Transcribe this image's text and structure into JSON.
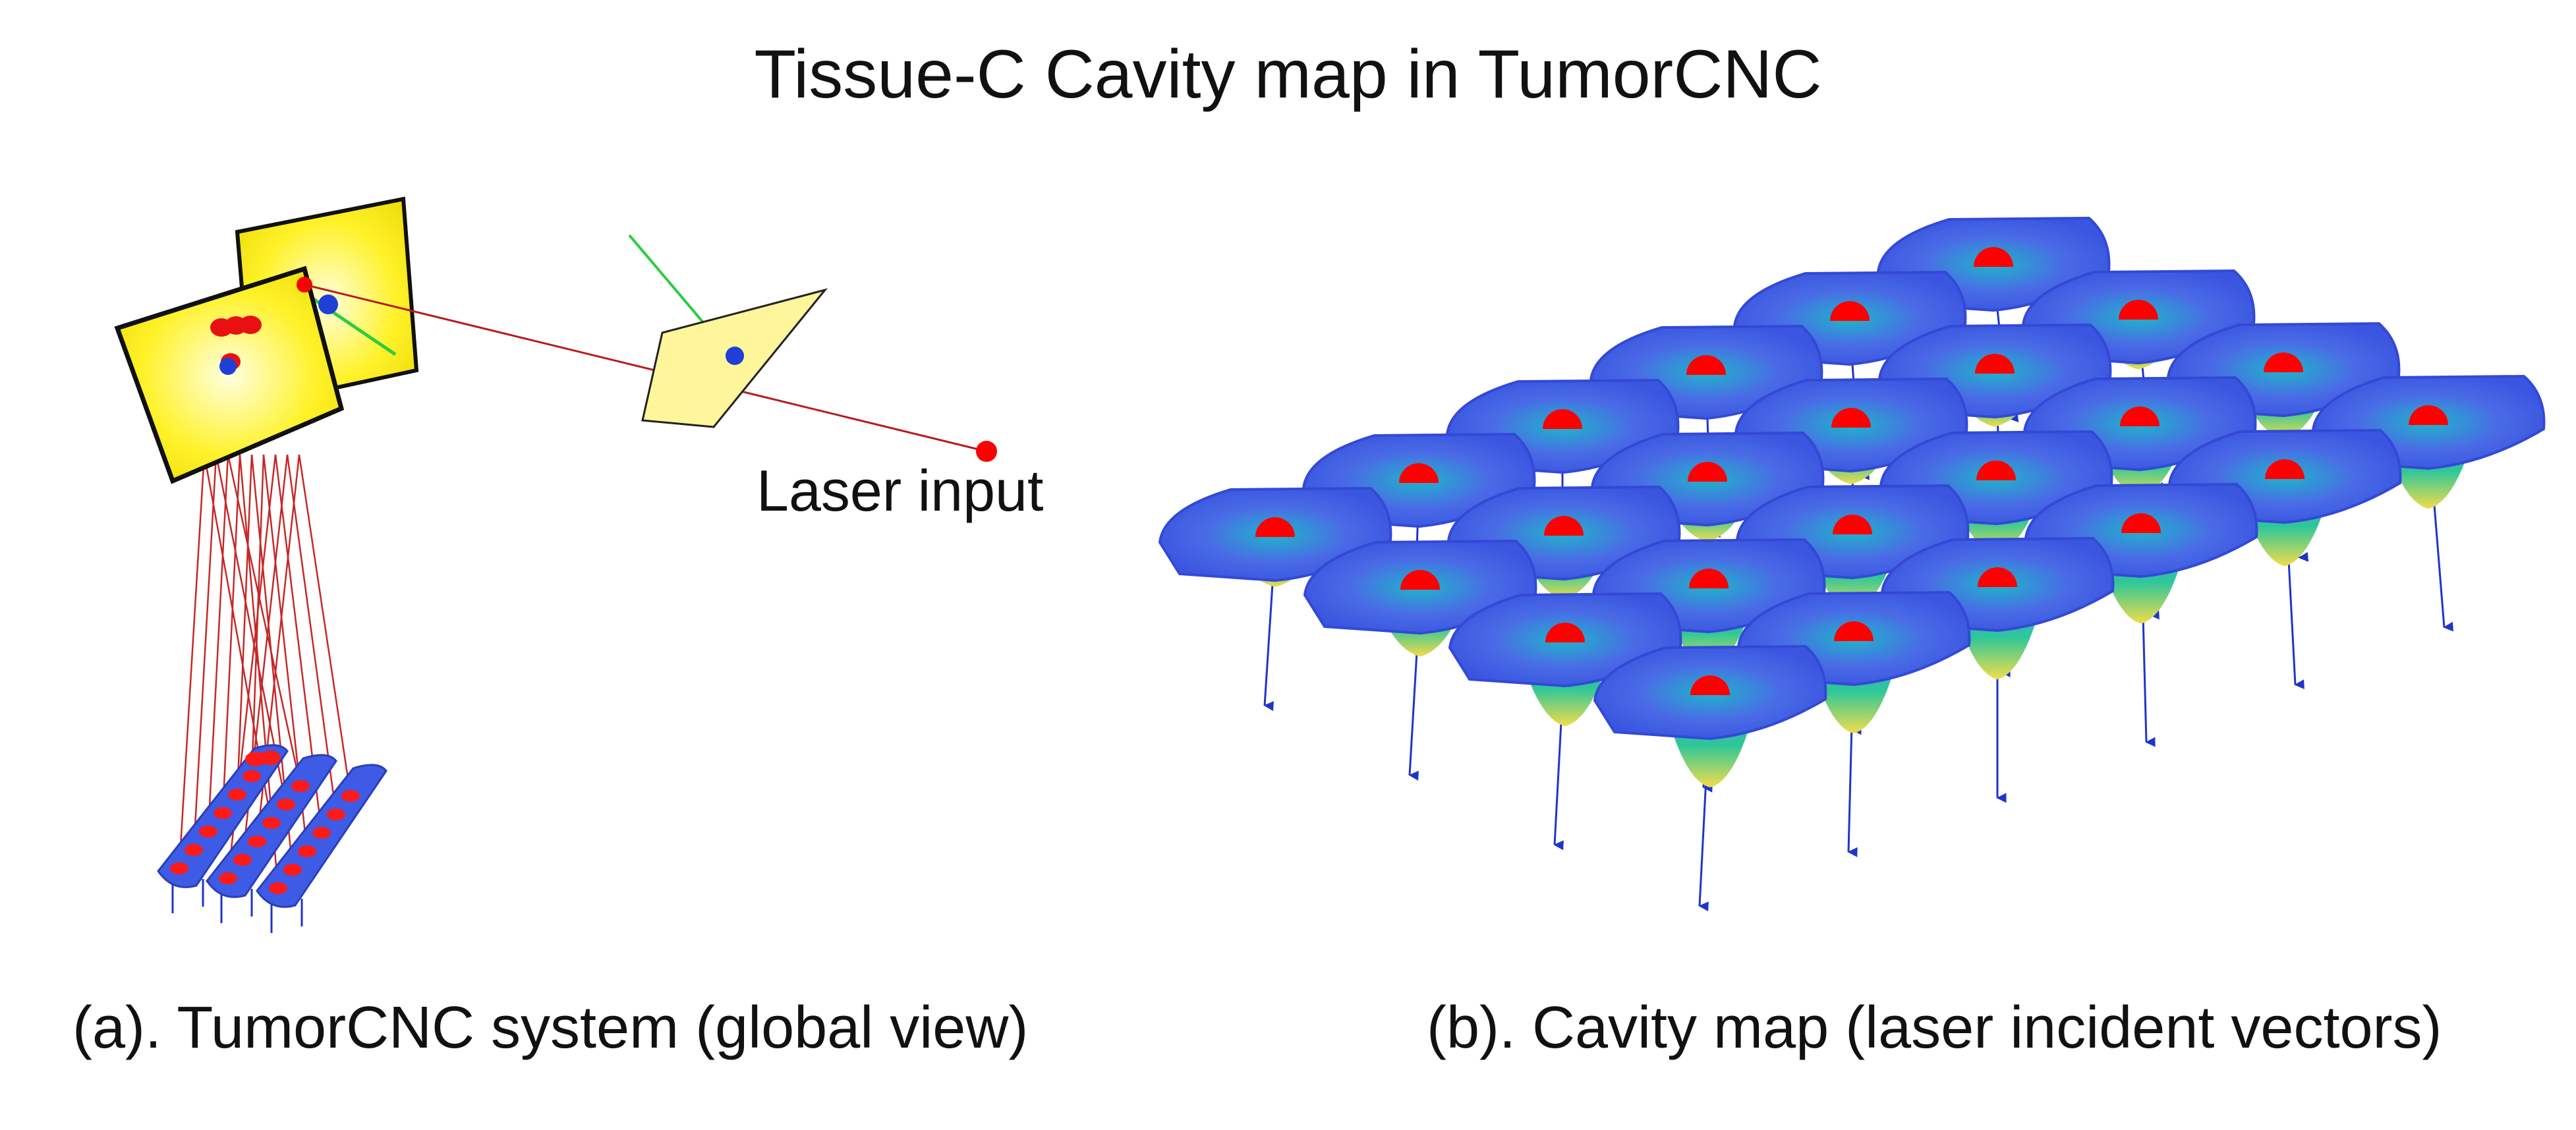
{
  "title": "Tissue-C Cavity map in TumorCNC",
  "panel_a": {
    "laser_label": "Laser input",
    "caption": "(a). TumorCNC system (global view)",
    "beam_color": "#c62828",
    "mirror_color": "#fff22a",
    "splitter_color": "#fff59a",
    "marker_color": "#ff0000",
    "axis_marker_color": "#1f3fd6",
    "guide_line_color": "#2ecc40"
  },
  "panel_b": {
    "caption": "(b). Cavity map (laser incident vectors)",
    "surface_color": "#3a5de8",
    "cavity_center_color": "#ff0000",
    "deep_cavity_color": "#f0d84a",
    "vector_color": "#1f35c9",
    "grid_rows": 4,
    "grid_cols": 6
  }
}
